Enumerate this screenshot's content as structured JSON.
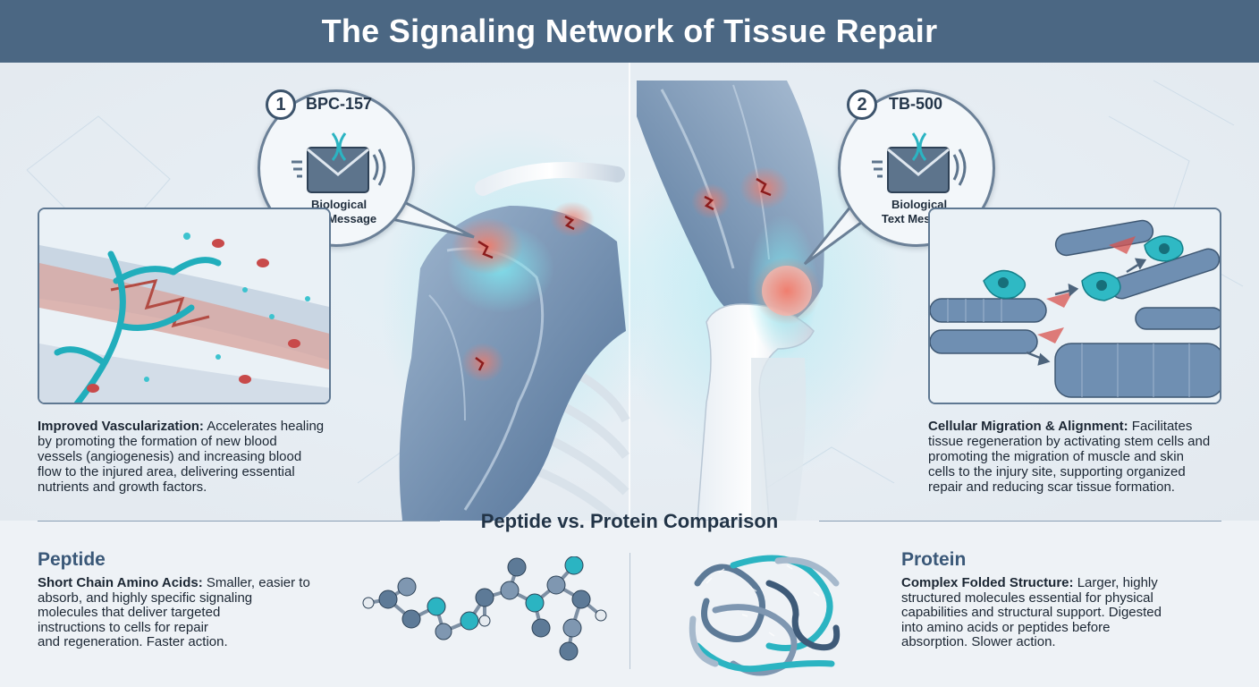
{
  "header": {
    "title": "The Signaling Network of Tissue Repair"
  },
  "left_card": {
    "number": "1",
    "name": "BPC-157",
    "caption_line1": "Biological",
    "caption_line2": "Text Message",
    "icon": "envelope-dna-icon",
    "desc_title": "Improved Vascularization:",
    "desc_line1": " Accelerates healing",
    "desc_line2": "by promoting the formation of new blood",
    "desc_line3": "vessels (angiogenesis) and increasing blood",
    "desc_line4": "flow to the injured area, delivering essential",
    "desc_line5": "nutrients and growth factors."
  },
  "right_card": {
    "number": "2",
    "name": "TB-500",
    "caption_line1": "Biological",
    "caption_line2": "Text Message",
    "icon": "envelope-dna-icon",
    "desc_title": "Cellular Migration & Alignment:",
    "desc_line1": " Facilitates",
    "desc_line2": "tissue regeneration by activating stem cells and",
    "desc_line3": "promoting the migration of muscle and skin",
    "desc_line4": "cells to the injury site, supporting organized",
    "desc_line5": "repair and reducing scar tissue formation."
  },
  "comparison": {
    "title": "Peptide vs. Protein Comparison",
    "peptide": {
      "title": "Peptide",
      "desc_title": "Short Chain Amino Acids:",
      "line1": " Smaller, easier to",
      "line2": "absorb, and highly specific signaling",
      "line3": "molecules that deliver targeted",
      "line4": "instructions to cells for repair",
      "line5": "and regeneration. Faster action."
    },
    "protein": {
      "title": "Protein",
      "desc_title": "Complex Folded Structure:",
      "line1": " Larger, highly",
      "line2": "structured molecules essential for physical",
      "line3": "capabilities and structural support. Digested",
      "line4": "into amino acids or peptides before",
      "line5": "absorption. Slower action."
    }
  },
  "colors": {
    "header_bg": "#4b6783",
    "accent_teal": "#2bb4c2",
    "injury_red": "#d9534f",
    "tissue_blue": "#6f8fb2"
  }
}
